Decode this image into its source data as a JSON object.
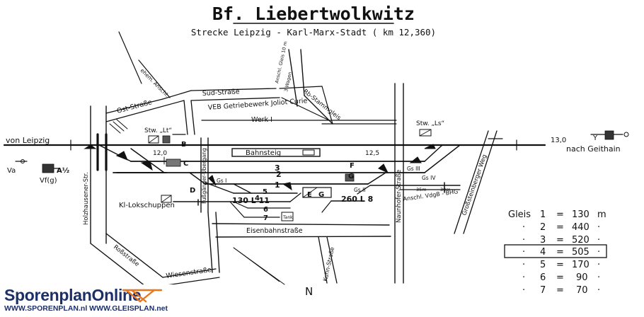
{
  "title": "Bf. Liebertwolkwitz",
  "subtitle": "Strecke Leipzig - Karl-Marx-Stadt ( km 12,360)",
  "streets": {
    "sued": "Süd-Straße",
    "ost": "Ost-Straße",
    "holzhausener": "Holzhausener-Str.",
    "rossstrasse": "Roßstraße",
    "wiesen": "Wiesenstraße",
    "eisenbahn": "Eisenbahnstraße",
    "fussgaenger": "Fußgänger-Übergang",
    "naunhofer": "Naunhofer-Straße",
    "grossbothener": "Großsteinberger Weg",
    "kuhn": "Kuhn-Straße"
  },
  "labels": {
    "von_leipzig": "von Leipzig",
    "nach_geithain": "nach Geithain",
    "km": "13,0",
    "veb": "VEB Getriebewerk Joliot Curie",
    "werk": "Werk I",
    "rb_stammgleis": "Rb-Stammgleis",
    "anschl_left": "ehem. Anschl.",
    "bahnsteig": "Bahnsteig",
    "stw_lt": "Stw. „Lt“",
    "stw_ls": "Stw. „Ls“",
    "speed_left": "12,0",
    "speed_right": "12,5",
    "kl_lokschuppen": "Kl-Lokschuppen",
    "gs1": "Gs I",
    "gs2": "Gs II",
    "gs3": "Gs III",
    "gs4": "Gs IV",
    "l130": "130 L 11",
    "l260": "260 L 8",
    "anschl_vdgb": "Anschl. VdgB - BHG",
    "va": "Va",
    "vfg": "Vf(g)",
    "a12": "A½",
    "y": "Y",
    "letter_b": "B",
    "letter_c": "C",
    "letter_d": "D",
    "letter_e": "E",
    "letter_f": "F",
    "letter_g": "G",
    "north": "N",
    "tank": "Tank",
    "m35": "35m",
    "m30": "30m",
    "anschl_top": "Anschl. Gleis 10 m",
    "wagen": "3 Wagen"
  },
  "tracks": [
    {
      "n": "1"
    },
    {
      "n": "2"
    },
    {
      "n": "3"
    },
    {
      "n": "4"
    },
    {
      "n": "5"
    },
    {
      "n": "6"
    },
    {
      "n": "7"
    }
  ],
  "table": {
    "header": "Gleis",
    "rows": [
      {
        "gleis": "1",
        "len": "130",
        "unit": "m"
      },
      {
        "gleis": "2",
        "len": "440",
        "unit": "·"
      },
      {
        "gleis": "3",
        "len": "520",
        "unit": "·"
      },
      {
        "gleis": "4",
        "len": "505",
        "unit": "·"
      },
      {
        "gleis": "5",
        "len": "170",
        "unit": "·"
      },
      {
        "gleis": "6",
        "len": "90",
        "unit": "·"
      },
      {
        "gleis": "7",
        "len": "70",
        "unit": "·"
      }
    ]
  },
  "logo": {
    "name": "SporenplanOnline",
    "urls": "WWW.SPORENPLAN.nl  WWW.GLEISPLAN.net"
  }
}
